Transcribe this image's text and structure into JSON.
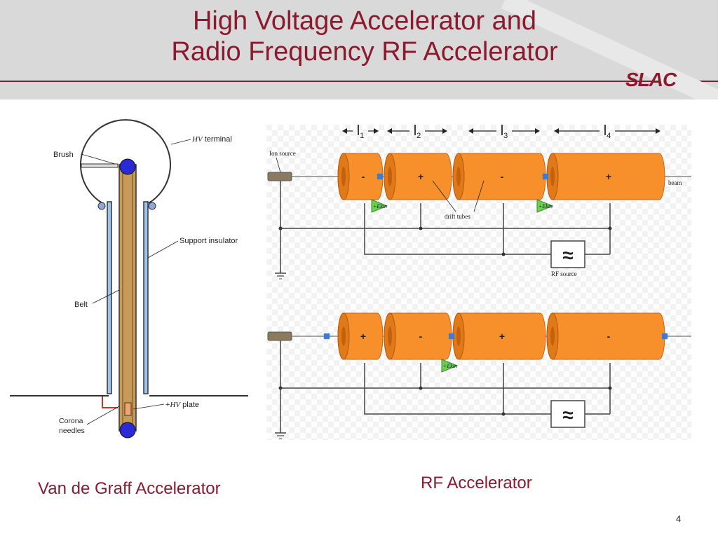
{
  "title": {
    "line1": "High Voltage Accelerator and",
    "line2": "Radio Frequency RF Accelerator"
  },
  "logo": {
    "text": "SLAC"
  },
  "van_de_graff": {
    "labels": {
      "brush": "Brush",
      "hv_terminal_italic": "HV",
      "hv_terminal_text": " terminal",
      "support_insulator": "Support insulator",
      "belt": "Belt",
      "hv_plate_prefix": "+",
      "hv_plate_italic": "HV",
      "hv_plate_text": " plate",
      "corona_line1": "Corona",
      "corona_line2": "needles"
    },
    "caption": "Van de Graff Accelerator"
  },
  "rf_accelerator": {
    "gap_labels": [
      "l1",
      "l2",
      "l3",
      "l4"
    ],
    "ion_source": "Ion source",
    "beam": "beam",
    "drift_tubes": "drift tubes",
    "rf_source": "RF source",
    "ac_symbol": "≈",
    "ekin_label": "+Ekin",
    "top_polarities": [
      "-",
      "+",
      "-",
      "+"
    ],
    "bottom_polarities": [
      "+",
      "-",
      "+",
      "-"
    ],
    "caption": "RF Accelerator"
  },
  "colors": {
    "accent": "#8b1a2e",
    "tube_orange": "#f7902a",
    "panel_bg": "#d9d9d9"
  },
  "page_number": "4"
}
